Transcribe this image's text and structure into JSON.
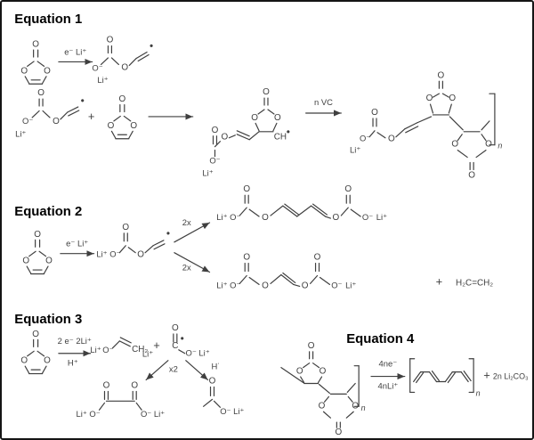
{
  "figure": {
    "background": "#ffffff",
    "border_color": "#151515",
    "ink": "#3f3f3f"
  },
  "atoms": {
    "O": "O",
    "O_minus": "O⁻",
    "Li": "Li⁺",
    "C": "C",
    "CH": "CH",
    "CH2": "CH₂",
    "dot": "•",
    "n": "n",
    "plus": "+"
  },
  "eq1": {
    "title": "Equation 1",
    "arrow1": "e⁻ Li⁺",
    "arrow2": "n VC"
  },
  "eq2": {
    "title": "Equation 2",
    "arrow1": "e⁻ Li⁺",
    "branch_top": "2x",
    "branch_bottom": "2x",
    "ethylene": "H₂C=CH₂"
  },
  "eq3": {
    "title": "Equation 3",
    "arrow_top": "2 e⁻ 2Li⁺",
    "arrow_bottom": "H⁺",
    "li_label": "Li⁺",
    "x2_label": "x2",
    "h_radical": "H˙"
  },
  "eq4": {
    "title": "Equation 4",
    "arrow_top": "4ne⁻",
    "arrow_bottom": "4nLi⁺",
    "byproduct": "2n Li₂CO₃"
  }
}
